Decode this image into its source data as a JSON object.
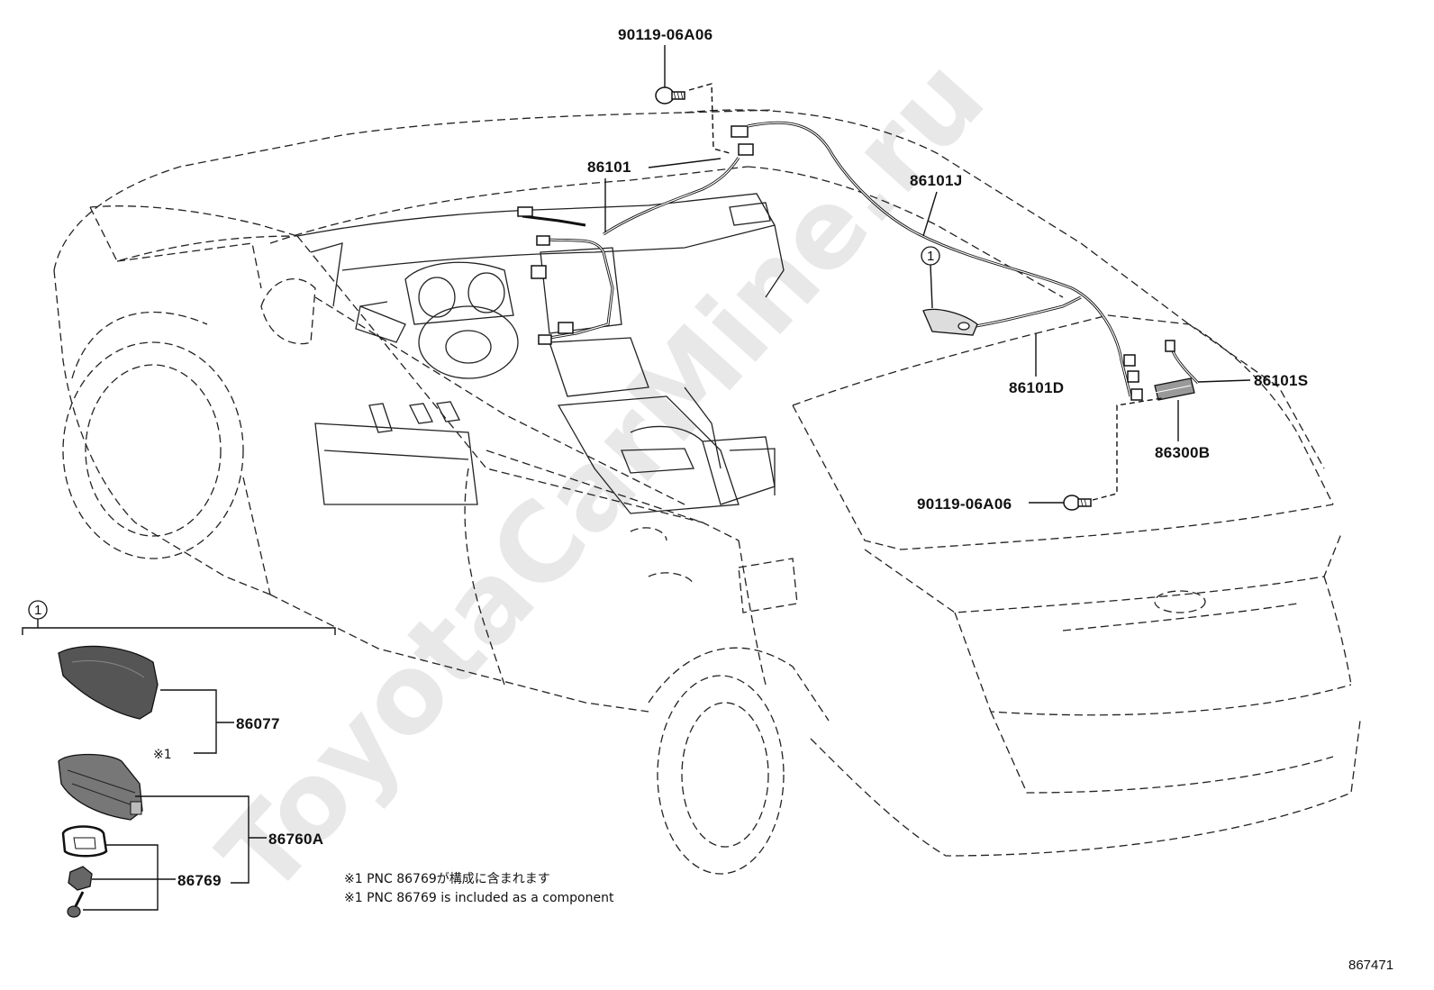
{
  "diagram": {
    "reference_number": "867471",
    "watermark": "ToyotaCarMine.ru",
    "callout_marker": "1",
    "parts": [
      {
        "id": "bolt-top",
        "label": "90119-06A06"
      },
      {
        "id": "harness-86101",
        "label": "86101"
      },
      {
        "id": "harness-86101J",
        "label": "86101J"
      },
      {
        "id": "harness-86101D",
        "label": "86101D"
      },
      {
        "id": "harness-86101S",
        "label": "86101S"
      },
      {
        "id": "antenna-86300B",
        "label": "86300B"
      },
      {
        "id": "bolt-bottom",
        "label": "90119-06A06"
      },
      {
        "id": "cover-86077",
        "label": "86077"
      },
      {
        "id": "antenna-86760A",
        "label": "86760A"
      },
      {
        "id": "pad-86769",
        "label": "86769"
      }
    ],
    "footnote_mark": "※1",
    "notes": [
      "※1 PNC 86769が構成に含まれます",
      "※1 PNC 86769 is included as a component"
    ]
  }
}
